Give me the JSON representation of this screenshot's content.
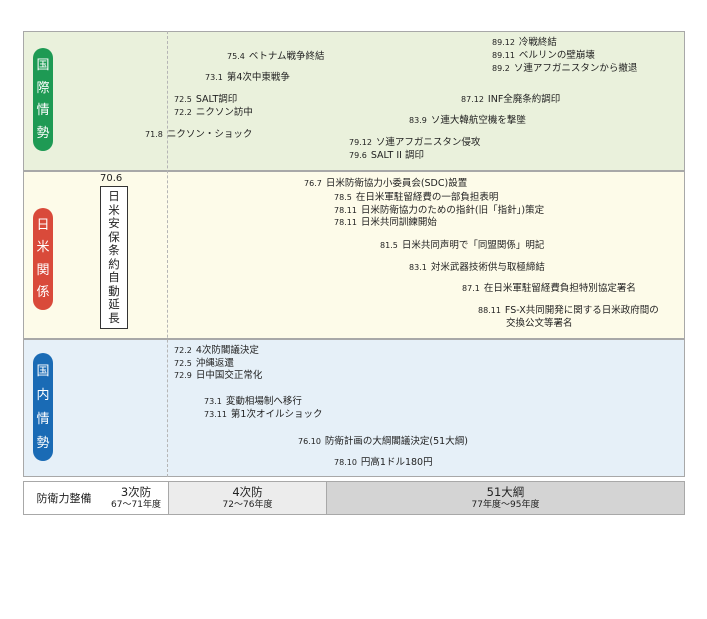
{
  "sections": {
    "intl": {
      "label": [
        "国",
        "際",
        "情",
        "勢"
      ],
      "color": "#1e9a54",
      "events": [
        {
          "d": "75.4",
          "t": "ベトナム戦争終結"
        },
        {
          "d": "73.1",
          "t": "第4次中東戦争"
        },
        {
          "d": "72.5",
          "t": "SALT調印"
        },
        {
          "d": "72.2",
          "t": "ニクソン訪中"
        },
        {
          "d": "71.8",
          "t": "ニクソン・ショック"
        },
        {
          "d": "89.12",
          "t": "冷戦終結"
        },
        {
          "d": "89.11",
          "t": "ベルリンの壁崩壊"
        },
        {
          "d": "89.2",
          "t": "ソ連アフガニスタンから撤退"
        },
        {
          "d": "87.12",
          "t": "INF全廃条約調印"
        },
        {
          "d": "83.9",
          "t": "ソ連大韓航空機を撃墜"
        },
        {
          "d": "79.12",
          "t": "ソ連アフガニスタン侵攻"
        },
        {
          "d": "79.6",
          "t": "SALT II 調印"
        }
      ]
    },
    "jpus": {
      "label": [
        "日",
        "米",
        "関",
        "係"
      ],
      "color": "#d94a3a",
      "auto_extension": {
        "date": "70.6",
        "chars": [
          "日",
          "米",
          "安",
          "保",
          "条",
          "約",
          "自",
          "動",
          "延",
          "長"
        ]
      },
      "events": [
        {
          "d": "76.7",
          "t": "日米防衛協力小委員会(SDC)設置"
        },
        {
          "d": "78.5",
          "t": "在日米軍駐留経費の一部負担表明"
        },
        {
          "d": "78.11",
          "t": "日米防衛協力のための指針(旧「指針」)策定"
        },
        {
          "d": "78.11",
          "t": "日米共同訓練開始"
        },
        {
          "d": "81.5",
          "t": "日米共同声明で「同盟関係」明記"
        },
        {
          "d": "83.1",
          "t": "対米武器技術供与取極締結"
        },
        {
          "d": "87.1",
          "t": "在日米軍駐留経費負担特別協定署名"
        },
        {
          "d": "88.11",
          "t": "FS-X共同開発に関する日米政府間の"
        },
        {
          "d": "",
          "t": "交換公文等署名"
        }
      ]
    },
    "dom": {
      "label": [
        "国",
        "内",
        "情",
        "勢"
      ],
      "color": "#1a6bb5",
      "events": [
        {
          "d": "72.2",
          "t": "4次防閣議決定"
        },
        {
          "d": "72.5",
          "t": "沖縄返還"
        },
        {
          "d": "72.9",
          "t": "日中国交正常化"
        },
        {
          "d": "73.1",
          "t": "変動相場制へ移行"
        },
        {
          "d": "73.11",
          "t": "第1次オイルショック"
        },
        {
          "d": "76.10",
          "t": "防衛計画の大綱閣議決定(51大綱)"
        },
        {
          "d": "78.10",
          "t": "円高1ドル180円"
        }
      ]
    }
  },
  "buildup": {
    "label": "防衛力整備",
    "phases": [
      {
        "name": "3次防",
        "period": "67〜71年度"
      },
      {
        "name": "4次防",
        "period": "72〜76年度"
      },
      {
        "name": "51大綱",
        "period": "77年度〜95年度"
      }
    ]
  }
}
